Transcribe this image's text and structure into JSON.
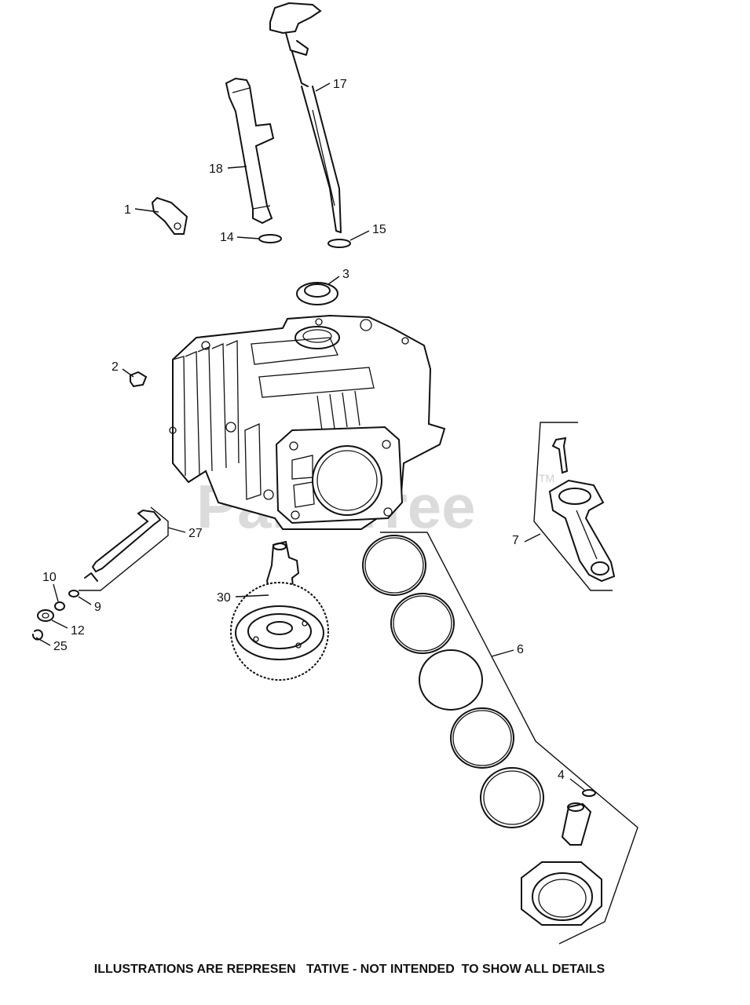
{
  "watermark": {
    "text": "PartsTree",
    "tm": "TM"
  },
  "callouts": {
    "c1": "1",
    "c2": "2",
    "c3": "3",
    "c4": "4",
    "c6": "6",
    "c7": "7",
    "c9": "9",
    "c10": "10",
    "c12": "12",
    "c14": "14",
    "c15": "15",
    "c17": "17",
    "c18": "18",
    "c25": "25",
    "c27": "27",
    "c30": "30"
  },
  "footer": {
    "text": "ILLUSTRATIONS ARE REPRESEN   TATIVE - NOT INTENDED  TO SHOW ALL DETAILS"
  }
}
